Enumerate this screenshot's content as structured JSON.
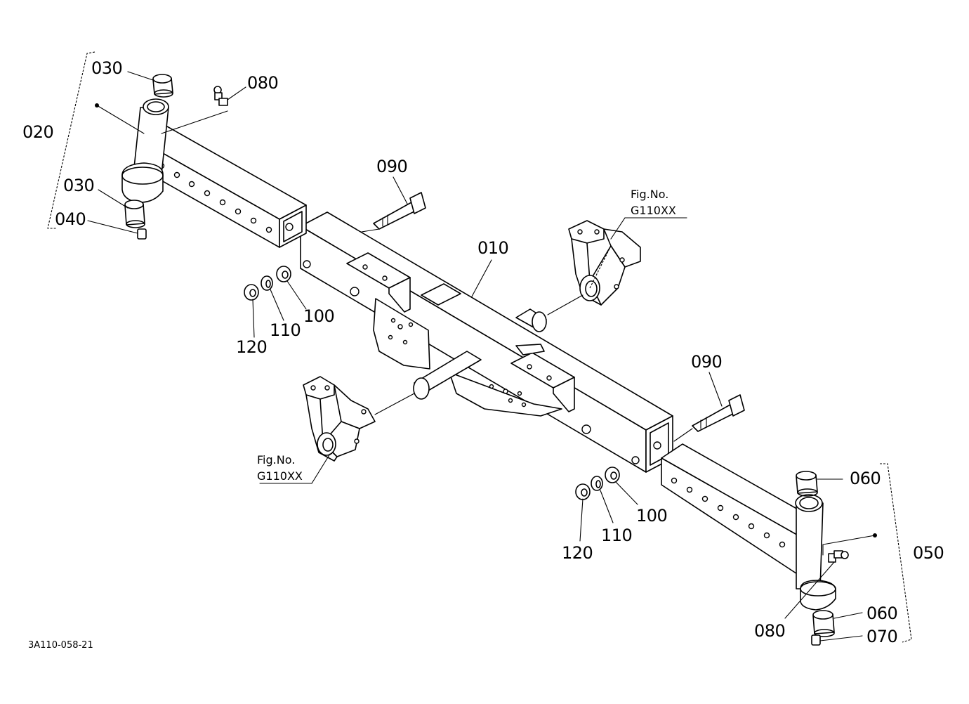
{
  "diagram": {
    "drawing_code": "3A110-058-21",
    "labels": {
      "l010": "010",
      "l020": "020",
      "l030a": "030",
      "l030b": "030",
      "l040": "040",
      "l050": "050",
      "l060a": "060",
      "l060b": "060",
      "l070": "070",
      "l080a": "080",
      "l080b": "080",
      "l090a": "090",
      "l090b": "090",
      "l100a": "100",
      "l100b": "100",
      "l110a": "110",
      "l110b": "110",
      "l120a": "120",
      "l120b": "120"
    },
    "fig_refs": {
      "right": {
        "line1": "Fig.No.",
        "line2": "G110XX"
      },
      "left": {
        "line1": "Fig.No.",
        "line2": "G110XX"
      }
    }
  }
}
